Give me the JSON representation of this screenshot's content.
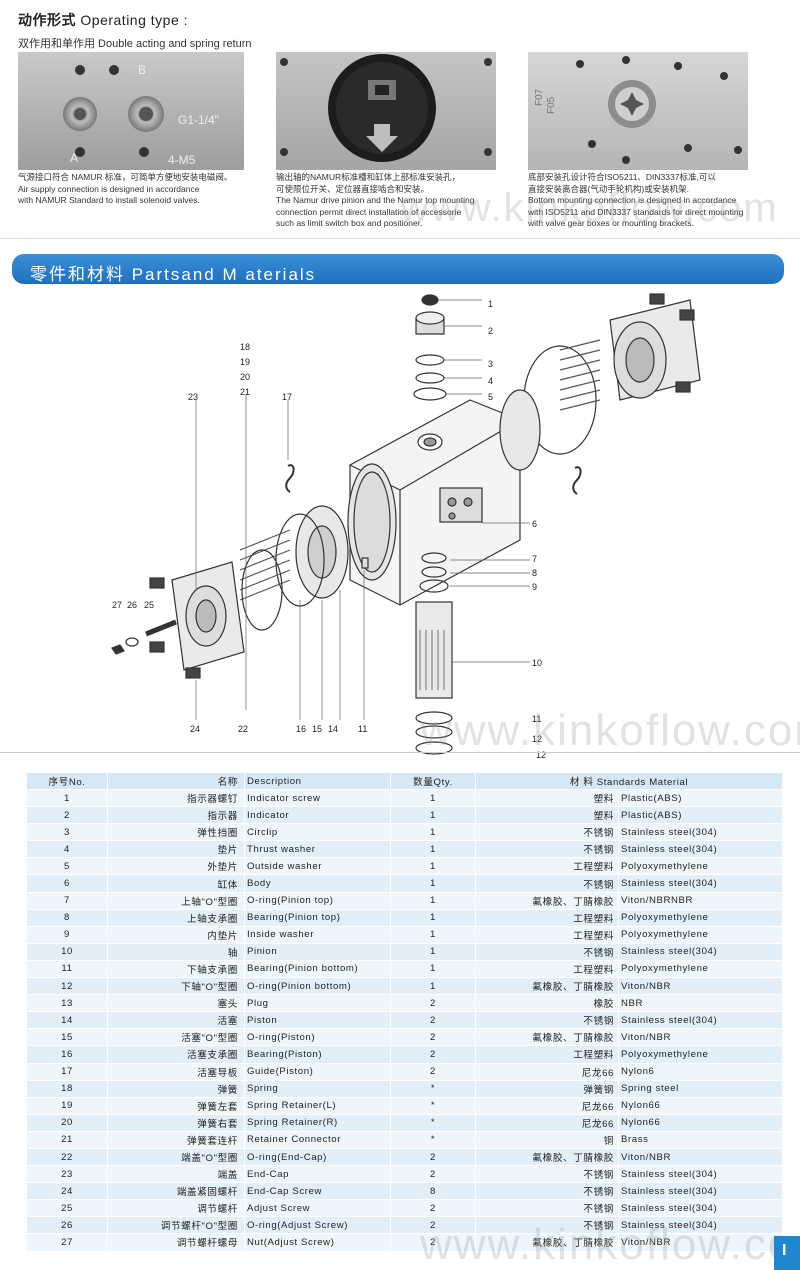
{
  "operating": {
    "title_cn": "动作形式",
    "title_en": "Operating type :",
    "subtitle": "双作用和单作用 Double acting and spring return"
  },
  "photos": [
    {
      "labels": {
        "b": "B",
        "a": "A",
        "g": "G1-1/4\"",
        "m": "4-M5"
      },
      "caption_cn": "气源接口符合 NAMUR 标准，可简单方便地安装电磁阀。",
      "caption_en_1": "Air supply connection is designed in accordance",
      "caption_en_2": "with NAMUR Standard to install solenoid valves."
    },
    {
      "caption_cn_1": "输出轴的NAMUR标准槽和缸体上部标准安装孔，",
      "caption_cn_2": "可使限位开关、定位器直接啮合和安装。",
      "caption_en_1": "The Namur drive pinion and the Namur top mounting",
      "caption_en_2": "connection permit direct installation of accessorie",
      "caption_en_3": "such as limit switch box and positioner."
    },
    {
      "labels": {
        "f07": "F07",
        "f05": "F05"
      },
      "caption_cn_1": "底部安装孔设计符合ISO5211、DIN3337标准,可以",
      "caption_cn_2": "直接安装离合器(气动手轮机构)或安装机架.",
      "caption_en_1": "Bottom mounting connection is designed in accordance",
      "caption_en_2": "with ISO5211 and DIN3337 standards for direct mounting",
      "caption_en_3": "with valve gear boxes or mounting brackets."
    }
  ],
  "banner": {
    "text": "零件和材料 Partsand M aterials"
  },
  "diagram_labels": {
    "n1": "1",
    "n2": "2",
    "n3": "3",
    "n4": "4",
    "n5": "5",
    "n6": "6",
    "n7": "7",
    "n8": "8",
    "n9": "9",
    "n10": "10",
    "n11a": "11",
    "n12a": "12",
    "n12b": "12",
    "n17": "17",
    "n18": "18",
    "n19": "19",
    "n20": "20",
    "n21": "21",
    "n23": "23",
    "n24": "24",
    "n22": "22",
    "n16": "16",
    "n15": "15",
    "n14": "14",
    "n11b": "11",
    "n27": "27",
    "n26": "26",
    "n25": "25"
  },
  "table": {
    "headers": {
      "no": "序号No.",
      "desc_cn": "名称",
      "desc_en": "Description",
      "qty": "数量Qty.",
      "mat": "材 料 Standards Material"
    },
    "rows": [
      {
        "no": "1",
        "cn": "指示器螺钉",
        "en": "Indicator screw",
        "qty": "1",
        "mcn": "塑料",
        "men": "Plastic(ABS)"
      },
      {
        "no": "2",
        "cn": "指示器",
        "en": "Indicator",
        "qty": "1",
        "mcn": "塑料",
        "men": "Plastic(ABS)"
      },
      {
        "no": "3",
        "cn": "弹性挡圈",
        "en": "Circlip",
        "qty": "1",
        "mcn": "不锈钢",
        "men": "Stainless steel(304)"
      },
      {
        "no": "4",
        "cn": "垫片",
        "en": "Thrust washer",
        "qty": "1",
        "mcn": "不锈钢",
        "men": "Stainless steel(304)"
      },
      {
        "no": "5",
        "cn": "外垫片",
        "en": "Outside washer",
        "qty": "1",
        "mcn": "工程塑料",
        "men": "Polyoxymethylene"
      },
      {
        "no": "6",
        "cn": "缸体",
        "en": "Body",
        "qty": "1",
        "mcn": "不锈钢",
        "men": "Stainless steel(304)"
      },
      {
        "no": "7",
        "cn": "上轴\"O\"型圈",
        "en": "O-ring(Pinion top)",
        "qty": "1",
        "mcn": "氟橡胶、丁腈橡胶",
        "men": "Viton/NBRNBR"
      },
      {
        "no": "8",
        "cn": "上轴支承圈",
        "en": "Bearing(Pinion top)",
        "qty": "1",
        "mcn": "工程塑料",
        "men": "Polyoxymethylene"
      },
      {
        "no": "9",
        "cn": "内垫片",
        "en": "Inside washer",
        "qty": "1",
        "mcn": "工程塑料",
        "men": "Polyoxymethylene"
      },
      {
        "no": "10",
        "cn": "轴",
        "en": "Pinion",
        "qty": "1",
        "mcn": "不锈钢",
        "men": "Stainless steel(304)"
      },
      {
        "no": "11",
        "cn": "下轴支承圈",
        "en": "Bearing(Pinion bottom)",
        "qty": "1",
        "mcn": "工程塑料",
        "men": "Polyoxymethylene"
      },
      {
        "no": "12",
        "cn": "下轴\"O\"型圈",
        "en": "O-ring(Pinion bottom)",
        "qty": "1",
        "mcn": "氟橡胶、丁腈橡胶",
        "men": "Viton/NBR"
      },
      {
        "no": "13",
        "cn": "塞头",
        "en": "Plug",
        "qty": "2",
        "mcn": "橡胶",
        "men": "NBR"
      },
      {
        "no": "14",
        "cn": "活塞",
        "en": "Piston",
        "qty": "2",
        "mcn": "不锈钢",
        "men": "Stainless steel(304)"
      },
      {
        "no": "15",
        "cn": "活塞\"O\"型圈",
        "en": "O-ring(Piston)",
        "qty": "2",
        "mcn": "氟橡胶、丁腈橡胶",
        "men": "Viton/NBR"
      },
      {
        "no": "16",
        "cn": "活塞支承圈",
        "en": "Bearing(Piston)",
        "qty": "2",
        "mcn": "工程塑料",
        "men": "Polyoxymethylene"
      },
      {
        "no": "17",
        "cn": "活塞导板",
        "en": "Guide(Piston)",
        "qty": "2",
        "mcn": "尼龙66",
        "men": "Nylon6"
      },
      {
        "no": "18",
        "cn": "弹簧",
        "en": "Spring",
        "qty": "*",
        "mcn": "弹簧钢",
        "men": "Spring steel"
      },
      {
        "no": "19",
        "cn": "弹簧左套",
        "en": "Spring Retainer(L)",
        "qty": "*",
        "mcn": "尼龙66",
        "men": "Nylon66"
      },
      {
        "no": "20",
        "cn": "弹簧右套",
        "en": "Spring Retainer(R)",
        "qty": "*",
        "mcn": "尼龙66",
        "men": "Nylon66"
      },
      {
        "no": "21",
        "cn": "弹簧套连杆",
        "en": "Retainer Connector",
        "qty": "*",
        "mcn": "铜",
        "men": "Brass"
      },
      {
        "no": "22",
        "cn": "端盖\"O\"型圈",
        "en": "O-ring(End-Cap)",
        "qty": "2",
        "mcn": "氟橡胶、丁腈橡胶",
        "men": "Viton/NBR"
      },
      {
        "no": "23",
        "cn": "端盖",
        "en": "End-Cap",
        "qty": "2",
        "mcn": "不锈钢",
        "men": "Stainless steel(304)"
      },
      {
        "no": "24",
        "cn": "端盖紧固螺杆",
        "en": "End-Cap Screw",
        "qty": "8",
        "mcn": "不锈钢",
        "men": "Stainless steel(304)"
      },
      {
        "no": "25",
        "cn": "调节螺杆",
        "en": "Adjust Screw",
        "qty": "2",
        "mcn": "不锈钢",
        "men": "Stainless steel(304)"
      },
      {
        "no": "26",
        "cn": "调节螺杆\"O\"型圈",
        "en": "O-ring(Adjust Screw)",
        "qty": "2",
        "mcn": "不锈钢",
        "men": "Stainless steel(304)"
      },
      {
        "no": "27",
        "cn": "调节螺杆螺母",
        "en": "Nut(Adjust Screw)",
        "qty": "2",
        "mcn": "氟橡胶、丁腈橡胶",
        "men": "Viton/NBR"
      }
    ]
  },
  "watermark": {
    "text": "www.kinkoflow.com"
  },
  "colors": {
    "banner": "#1f6fbf",
    "table_header": "#d6e8f5",
    "table_row": "#e3eff8"
  }
}
